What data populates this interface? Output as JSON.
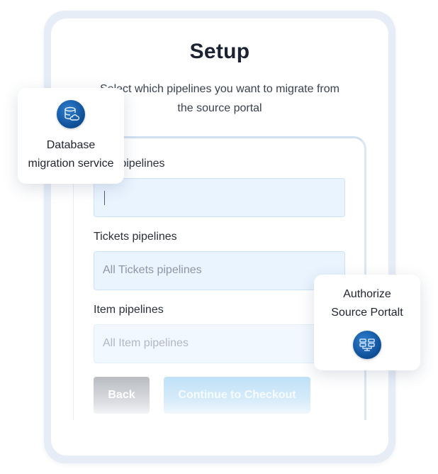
{
  "page": {
    "title": "Setup",
    "subtitle": "Select which pipelines you want to migrate from the source portal"
  },
  "form": {
    "fields": [
      {
        "label": "Deal pipelines",
        "value": "",
        "placeholder": ""
      },
      {
        "label": "Tickets pipelines",
        "value": "",
        "placeholder": "All Tickets pipelines"
      },
      {
        "label": "Item pipelines",
        "value": "",
        "placeholder": "All Item pipelines"
      }
    ],
    "back_label": "Back",
    "continue_label": "Continue to Checkout"
  },
  "cards": {
    "database": {
      "text_line1": "Database",
      "text_line2": "migration service",
      "icon": "database-cloud-icon"
    },
    "authorize": {
      "text_line1": "Authorize",
      "text_line2": "Source Portalt",
      "icon": "server-network-icon"
    }
  },
  "colors": {
    "accent": "#1565b5",
    "field_bg": "#eaf4ff",
    "frame": "#e6edf7"
  }
}
